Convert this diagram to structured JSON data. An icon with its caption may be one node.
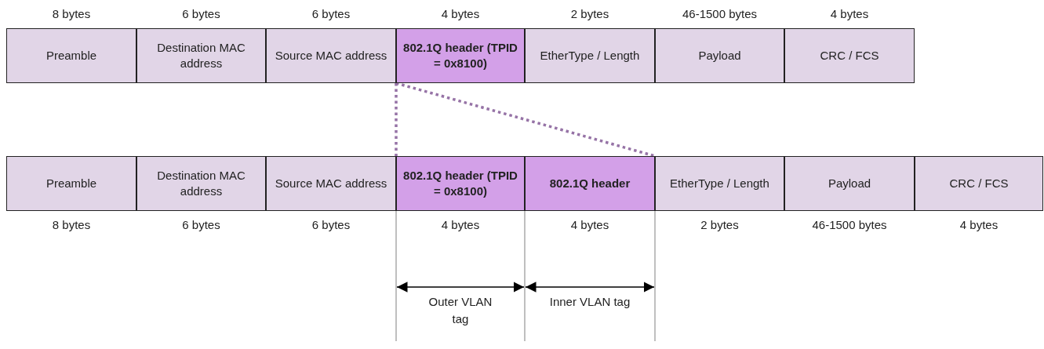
{
  "diagram": {
    "nodes": [
      {
        "text": [
          "Preamble"
        ],
        "beside": [
          "8 bytes"
        ]
      },
      {
        "text": [
          "Destination MAC address"
        ],
        "beside": [
          "6 bytes"
        ]
      },
      {
        "text": [
          "Source MAC address"
        ],
        "beside": [
          "6 bytes"
        ]
      },
      {
        "text": [
          "802.1Q header (TPID = 0x8100)"
        ],
        "beside": [
          "4 bytes"
        ]
      },
      {
        "text": [
          "EtherType / Length"
        ],
        "beside": [
          "2 bytes"
        ]
      },
      {
        "text": [
          "Payload"
        ],
        "beside": [
          "46-1500 bytes"
        ]
      },
      {
        "text": [
          "CRC / FCS"
        ],
        "beside": [
          "4 bytes"
        ]
      },
      {
        "text": [
          "Preamble"
        ],
        "beside": [
          "8 bytes"
        ]
      },
      {
        "text": [
          "Destination MAC address"
        ],
        "beside": [
          "6 bytes"
        ]
      },
      {
        "text": [
          "Source MAC address"
        ],
        "beside": [
          "6 bytes"
        ]
      },
      {
        "text": [
          "802.1Q header (TPID = 0x8100)"
        ],
        "beside": [
          "4 bytes"
        ]
      },
      {
        "text": [
          "802.1Q header"
        ],
        "beside": [
          "4 bytes"
        ]
      },
      {
        "text": [
          "EtherType / Length"
        ],
        "beside": [
          "2 bytes"
        ]
      },
      {
        "text": [
          "Payload"
        ],
        "beside": [
          "46-1500 bytes"
        ]
      },
      {
        "text": [
          "CRC / FCS"
        ],
        "beside": [
          "4 bytes"
        ]
      }
    ],
    "edges": [
      {
        "from": 3,
        "to": 10,
        "arrow": "none",
        "style": "dashed",
        "color": "#9673a6"
      },
      {
        "from": 3,
        "to": 11,
        "arrow": "none",
        "style": "dashed",
        "color": "#9673a6"
      }
    ],
    "labels": [
      "Outer VLAN tag",
      "Inner VLAN tag"
    ]
  }
}
